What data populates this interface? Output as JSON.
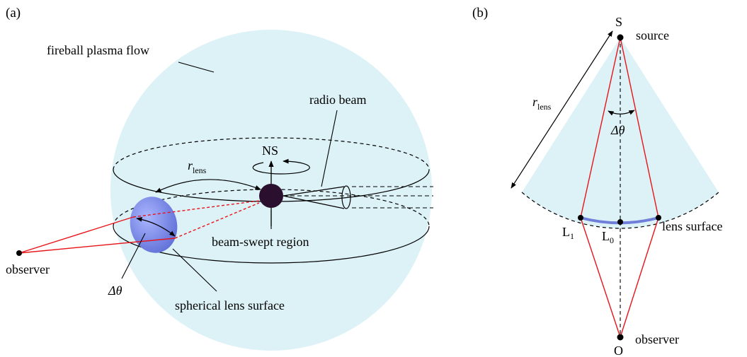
{
  "colors": {
    "plasma_fill": "#dcf2f7",
    "ray": "#e8141a",
    "lens_surface": "#6f7fd9",
    "lens_blob": "#7e8de8",
    "neutron_star": "#2a0f2e",
    "line": "#000000"
  },
  "panel_a": {
    "tag": "(a)",
    "fireball_label": "fireball plasma flow",
    "radio_beam_label": "radio beam",
    "ns_label": "NS",
    "r_symbol": "r",
    "r_subscript": "lens",
    "beam_region_label": "beam-swept region",
    "observer_label": "observer",
    "delta_theta_label": "Δθ",
    "lens_surface_label": "spherical lens surface"
  },
  "panel_b": {
    "tag": "(b)",
    "source_point": "S",
    "source_label": "source",
    "r_symbol": "r",
    "r_subscript": "lens",
    "delta_theta_label": "Δθ",
    "l1_letter": "L",
    "l1_subscript": "1",
    "l0_letter": "L",
    "l0_subscript": "0",
    "lens_surface_label": "lens surface",
    "observer_label": "observer",
    "observer_point": "O"
  }
}
